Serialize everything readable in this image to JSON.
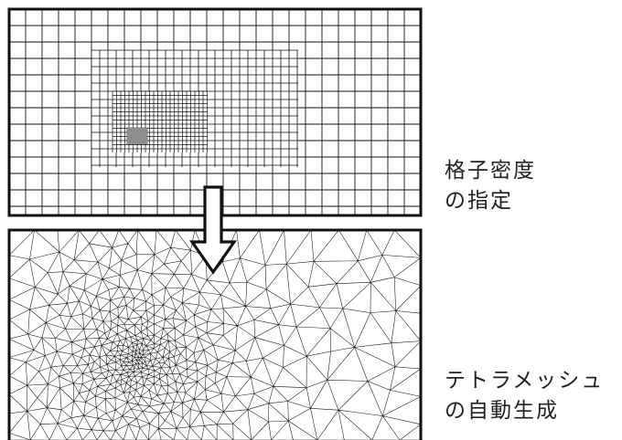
{
  "captions": {
    "grid_density": [
      "格子密度",
      "の指定"
    ],
    "tetra_mesh": [
      "テトラメッシュ",
      "の自動生成"
    ]
  },
  "colors": {
    "line": "#111111",
    "background": "#ffffff"
  }
}
